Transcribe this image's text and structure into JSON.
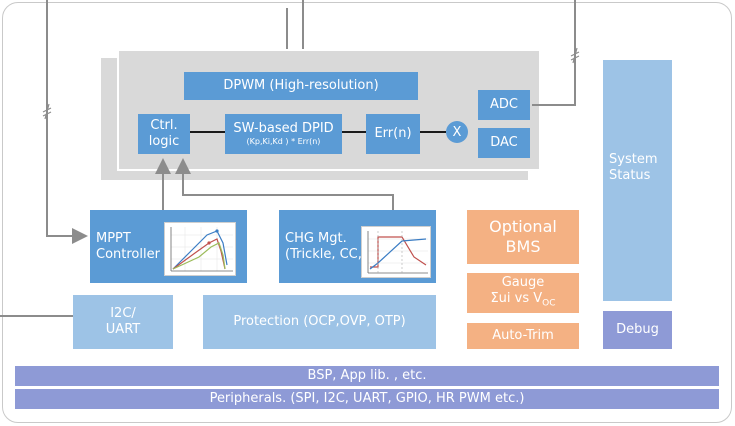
{
  "dpwm": "DPWM (High-resolution)",
  "ctrl_logic": [
    "Ctrl.",
    "logic"
  ],
  "dpid": {
    "title": "SW-based DPID",
    "sub": "(Kp,Ki,Kd ) * Err(n)"
  },
  "err": "Err(n)",
  "mult": "X",
  "adc": "ADC",
  "dac": "DAC",
  "system_status": [
    "System",
    "Status"
  ],
  "mppt": [
    "MPPT",
    "Controller"
  ],
  "chg": [
    "CHG Mgt.",
    "(Trickle, CC,C"
  ],
  "optional_bms": [
    "Optional",
    "BMS"
  ],
  "gauge": {
    "line1": "Gauge",
    "line2_prefix": "Σui  vs V",
    "line2_sub": "OC"
  },
  "auto_trim": "Auto-Trim",
  "i2c": [
    "I2C/",
    "UART"
  ],
  "protection": "Protection (OCP,OVP, OTP)",
  "debug": "Debug",
  "bsp": "BSP, App lib. , etc.",
  "peripherals": "Peripherals. (SPI, I2C, UART, GPIO, HR PWM etc.)",
  "colors": {
    "blue": "#5b9bd5",
    "light_blue": "#9dc3e6",
    "orange": "#f4b183",
    "purple": "#8e9ad6",
    "gray_panel": "#d9d9d9",
    "connector": "#8c8c8c"
  }
}
